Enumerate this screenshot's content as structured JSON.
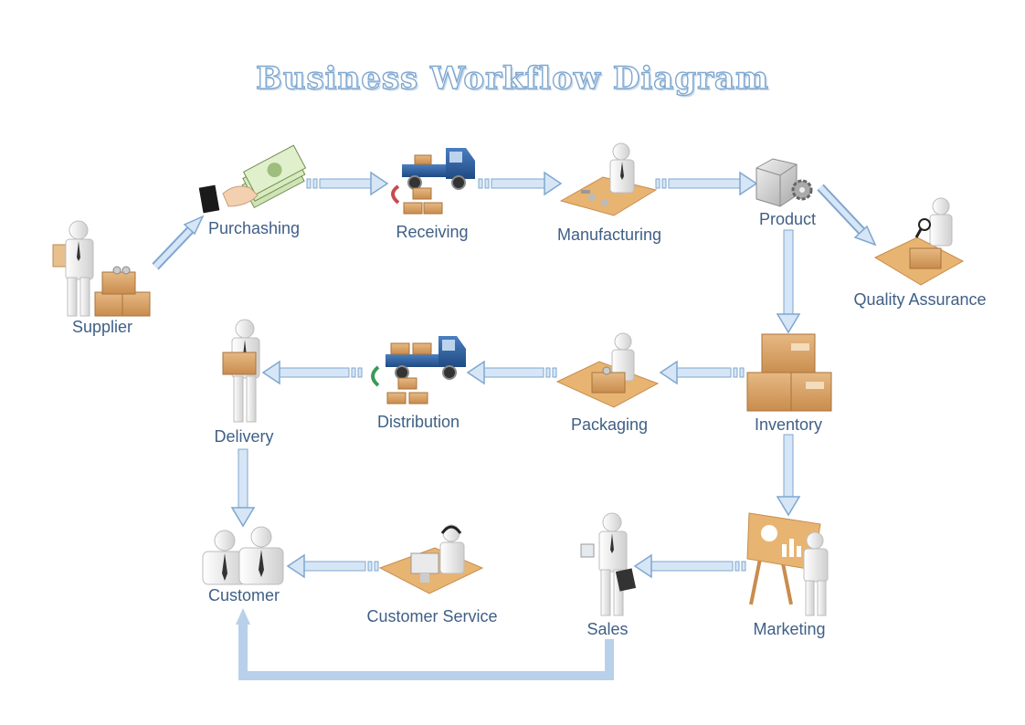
{
  "title": "Business Workflow Diagram",
  "nodes": {
    "supplier": "Supplier",
    "purchasing": "Purchashing",
    "receiving": "Receiving",
    "manufacturing": "Manufacturing",
    "product": "Product",
    "quality_assurance": "Quality Assurance",
    "inventory": "Inventory",
    "packaging": "Packaging",
    "distribution": "Distribution",
    "delivery": "Delivery",
    "customer": "Customer",
    "customer_service": "Customer Service",
    "sales": "Sales",
    "marketing": "Marketing"
  },
  "flows": [
    [
      "supplier",
      "purchasing"
    ],
    [
      "purchasing",
      "receiving"
    ],
    [
      "receiving",
      "manufacturing"
    ],
    [
      "manufacturing",
      "product"
    ],
    [
      "product",
      "quality_assurance"
    ],
    [
      "product",
      "inventory"
    ],
    [
      "inventory",
      "packaging"
    ],
    [
      "packaging",
      "distribution"
    ],
    [
      "distribution",
      "delivery"
    ],
    [
      "delivery",
      "customer"
    ],
    [
      "inventory",
      "marketing"
    ],
    [
      "marketing",
      "sales"
    ],
    [
      "customer_service",
      "customer"
    ],
    [
      "sales",
      "customer"
    ]
  ],
  "colors": {
    "title_outline": "#7fa7cf",
    "label": "#3f5f86",
    "arrow_fill": "#cfe0f3",
    "arrow_stroke": "#7fa7cf",
    "box": "#d9a368",
    "desk": "#e8b472",
    "truck": "#2f5f9e",
    "person": "#e9e9e9"
  }
}
